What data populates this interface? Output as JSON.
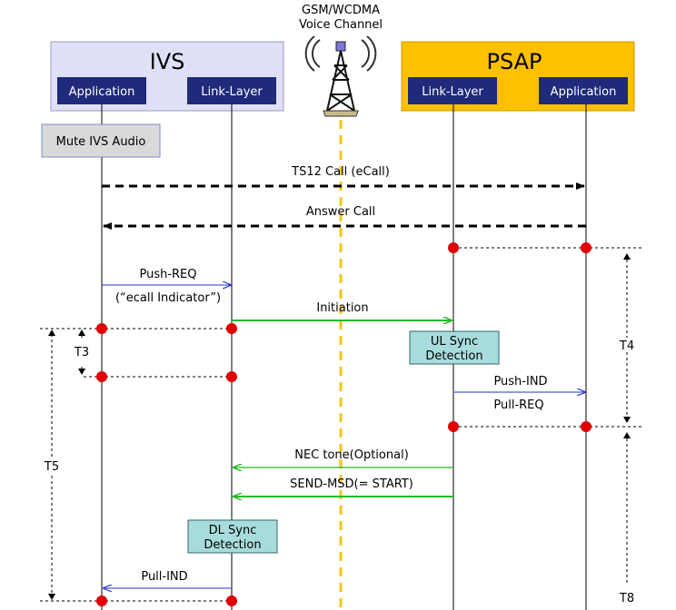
{
  "channel": {
    "line1": "GSM/WCDMA",
    "line2": "Voice Channel",
    "icon": "cell-tower-icon"
  },
  "ivs": {
    "title": "IVS",
    "app_label": "Application",
    "link_label": "Link-Layer"
  },
  "psap": {
    "title": "PSAP",
    "link_label": "Link-Layer",
    "app_label": "Application"
  },
  "boxes": {
    "mute": "Mute IVS Audio",
    "ul_sync_1": "UL Sync",
    "ul_sync_2": "Detection",
    "dl_sync_1": "DL Sync",
    "dl_sync_2": "Detection"
  },
  "messages": {
    "ts12": "TS12 Call (eCall)",
    "answer": "Answer Call",
    "push_req": "Push-REQ",
    "ecall_indicator": "(“ecall Indicator”)",
    "initiation": "Initiation",
    "push_ind": "Push-IND",
    "pull_req": "Pull-REQ",
    "nec_tone": "NEC tone(Optional)",
    "send_msd": "SEND-MSD(= START)",
    "pull_ind": "Pull-IND"
  },
  "timers": {
    "t3": "T3",
    "t4": "T4",
    "t5": "T5",
    "t8": "T8"
  },
  "colors": {
    "ivs_bg": "#dfe0f7",
    "psap_bg": "#ffc000",
    "lane_label_bg": "#1f2a7a",
    "channel_line": "#f5c518",
    "green_arrow": "#22bb22",
    "blue_arrow": "#2233cc",
    "red_dot": "#e00000",
    "sync_box": "#a8dcdc",
    "mute_box": "#d9d9d9"
  }
}
